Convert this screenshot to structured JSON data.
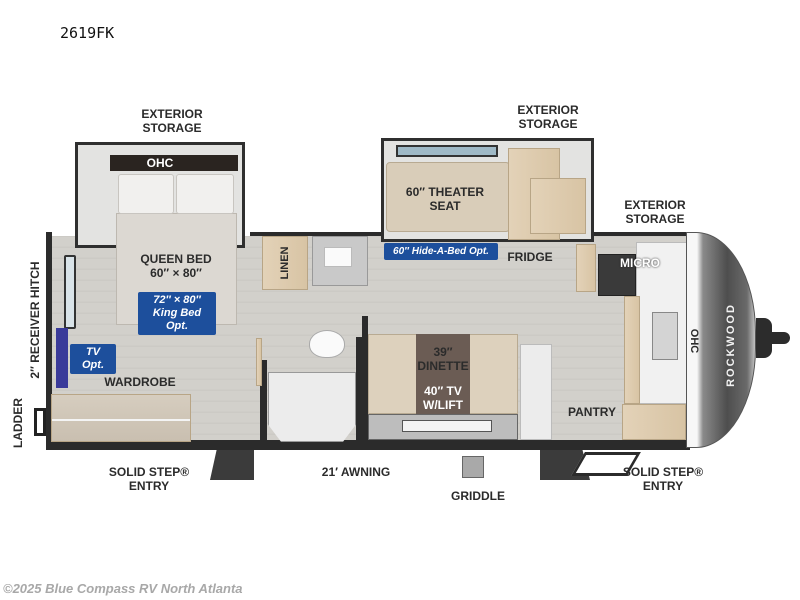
{
  "model": "2619FK",
  "labels": {
    "exterior_storage_left": "EXTERIOR\nSTORAGE",
    "exterior_storage_mid": "EXTERIOR\nSTORAGE",
    "exterior_storage_right": "EXTERIOR\nSTORAGE",
    "ohc_bedroom": "OHC",
    "queen_bed_line1": "QUEEN BED",
    "queen_bed_line2": "60″ × 80″",
    "linen": "LINEN",
    "theater_seat_line1": "60″ THEATER",
    "theater_seat_line2": "SEAT",
    "fridge": "FRIDGE",
    "micro": "MICRO",
    "ohc_front": "OHC",
    "brand": "ROCKWOOD",
    "receiver_hitch": "2″ RECEIVER HITCH",
    "ladder": "LADDER",
    "wardrobe": "WARDROBE",
    "dinette_line1": "39″",
    "dinette_line2": "DINETTE",
    "tv_line1": "40″ TV",
    "tv_line2": "W/LIFT",
    "pantry": "PANTRY",
    "solid_step_left_line1": "SOLID STEP®",
    "solid_step_left_line2": "ENTRY",
    "awning": "21′ AWNING",
    "griddle": "GRIDDLE",
    "solid_step_right_line1": "SOLID STEP®",
    "solid_step_right_line2": "ENTRY"
  },
  "options": {
    "king_bed_line1": "72″ × 80″",
    "king_bed_line2": "King Bed Opt.",
    "hide_a_bed": "60″ Hide-A-Bed Opt.",
    "tv": "TV Opt."
  },
  "colors": {
    "option_badge": "#1d4f9c",
    "wall": "#2b2b2b",
    "floor": "#d2d0cb",
    "front_cap": "#5a5a5a"
  },
  "copyright": "©2025 Blue Compass RV North Atlanta"
}
